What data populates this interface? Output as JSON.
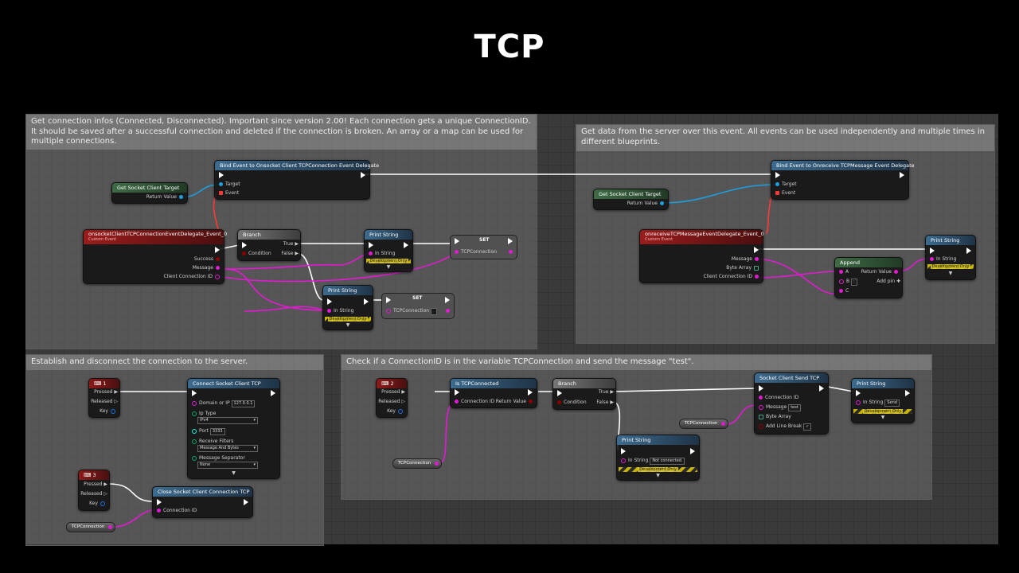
{
  "slide_title": "TCP",
  "comments": {
    "connection_info": "Get connection infos (Connected, Disconnected). Important since version 2.00! Each connection gets a unique ConnectionID. It should be saved after a successful connection and deleted if the connection is broken. An array or a map can be used for multiple connections.",
    "get_data": "Get data from the server over this event. All events can be used independently and multiple times in different blueprints.",
    "establish": "Establish and disconnect the connection to the server.",
    "check_send": "Check if a ConnectionID is in the variable TCPConnection and send the message \"test\"."
  },
  "nodes": {
    "get_socket_1": {
      "title": "Get Socket Client Target",
      "return": "Return Value"
    },
    "bind_1": {
      "title": "Bind Event to Onsocket Client TCPConnection Event Delegate",
      "target": "Target",
      "event": "Event"
    },
    "event_conn": {
      "title": "onsocketClientTCPConnectionEventDelegate_Event_0",
      "subtitle": "Custom Event",
      "success": "Success",
      "message": "Message",
      "client_id": "Client Connection ID"
    },
    "branch_1": {
      "title": "Branch",
      "condition": "Condition",
      "true": "True",
      "false": "False"
    },
    "print_1": {
      "title": "Print String",
      "in_string": "In String",
      "dev": "Development Only"
    },
    "set_1": {
      "title": "SET",
      "var": "TCPConnection"
    },
    "print_2": {
      "title": "Print String",
      "in_string": "In String",
      "dev": "Development Only"
    },
    "set_2": {
      "title": "SET",
      "var": "TCPConnection"
    },
    "get_socket_2": {
      "title": "Get Socket Client Target",
      "return": "Return Value"
    },
    "bind_2": {
      "title": "Bind Event to Onreceive TCPMessage Event Delegate",
      "target": "Target",
      "event": "Event"
    },
    "event_msg": {
      "title": "onreceiveTCPMessageEventDelegate_Event_0",
      "subtitle": "Custom Event",
      "message": "Message",
      "byte_array": "Byte Array",
      "client_id": "Client Connection ID"
    },
    "append": {
      "title": "Append",
      "a": "A",
      "b": "B",
      "c": "C",
      "return": "Return Value",
      "add_pin": "Add pin"
    },
    "print_3": {
      "title": "Print String",
      "in_string": "In String",
      "dev": "Development Only"
    },
    "key_1": {
      "title": "1",
      "pressed": "Pressed",
      "released": "Released",
      "key": "Key"
    },
    "connect": {
      "title": "Connect Socket Client TCP",
      "domain": "Domain or IP",
      "domain_value": "127.0.0.1",
      "ip_type": "Ip Type",
      "ip_type_value": "IPv4",
      "port": "Port",
      "port_value": "3333",
      "receive_filters": "Receive Filters",
      "receive_filters_value": "Message And Bytes",
      "separator": "Message Separator",
      "separator_value": "None"
    },
    "key_3": {
      "title": "3",
      "pressed": "Pressed",
      "released": "Released",
      "key": "Key"
    },
    "close": {
      "title": "Close Socket Client Connection TCP",
      "conn_id": "Connection ID"
    },
    "var_tcp_1": {
      "label": "TCPConnection"
    },
    "key_2": {
      "title": "2",
      "pressed": "Pressed",
      "released": "Released",
      "key": "Key"
    },
    "is_connected": {
      "title": "Is TCPConnected",
      "conn_id": "Connection ID",
      "return": "Return Value"
    },
    "branch_2": {
      "title": "Branch",
      "condition": "Condition",
      "true": "True",
      "false": "False"
    },
    "send": {
      "title": "Socket Client Send TCP",
      "conn_id": "Connection ID",
      "message": "Message",
      "message_value": "test",
      "byte_array": "Byte Array",
      "add_line_break": "Add Line Break"
    },
    "print_4": {
      "title": "Print String",
      "in_string": "In String",
      "in_string_value": "Send",
      "dev": "Development Only"
    },
    "print_5": {
      "title": "Print String",
      "in_string": "In String",
      "in_string_value": "Not connected.",
      "dev": "Development Only"
    },
    "var_tcp_2": {
      "label": "TCPConnection"
    },
    "var_tcp_3": {
      "label": "TCPConnection"
    }
  },
  "colors": {
    "exec": "#ffffff",
    "string": "#e21ad2",
    "object": "#1e9fe0",
    "bool": "#8c0000",
    "delegate": "#ff3838"
  }
}
